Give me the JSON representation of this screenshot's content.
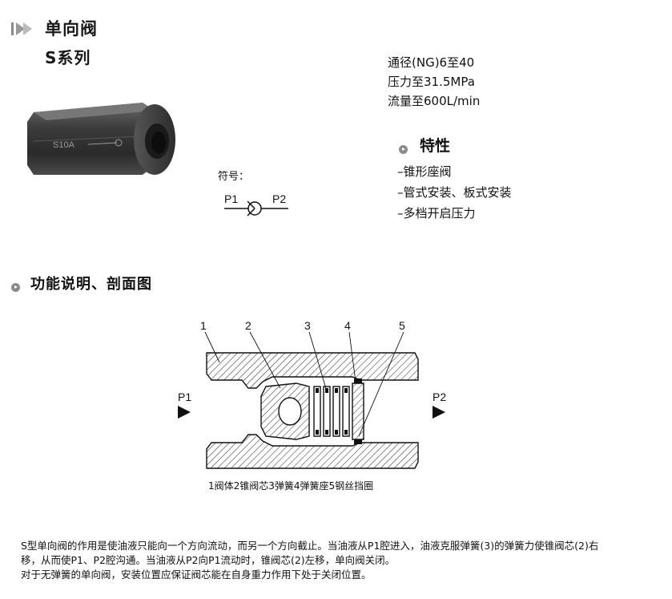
{
  "header": {
    "title": "单向阀",
    "series": "S系列"
  },
  "specs": [
    "通径(NG)6至40",
    "压力至31.5MPa",
    "流量至600L/min"
  ],
  "photo": {
    "body_marking": "S10A"
  },
  "symbol": {
    "label": "符号：",
    "p1": "P1",
    "p2": "P2"
  },
  "features": {
    "title": "特性",
    "items": [
      "–锥形座阀",
      "–管式安装、板式安装",
      "–多档开启压力"
    ]
  },
  "section": {
    "title": "功能说明、剖面图"
  },
  "diagram": {
    "callouts": [
      "1",
      "2",
      "3",
      "4",
      "5"
    ],
    "port_in": "P1",
    "port_out": "P2",
    "caption": "1阀体2锥阀芯3弹簧4弹簧座5钢丝挡圈"
  },
  "description": [
    "S型单向阀的作用是使油液只能向一个方向流动，而另一个方向截止。当油液从P1腔进入，油液克服弹簧(3)的弹簧力使锥阀芯(2)右",
    "移，从而使P1、P2腔沟通。当油液从P2向P1流动时，锥阀芯(2)左移，单向阀关闭。",
    "对于无弹簧的单向阀，安装位置应保证阀芯能在自身重力作用下处于关闭位置。"
  ],
  "colors": {
    "bullet": "#8a8a8a",
    "text": "#111111",
    "body_metal": "#4a4a4a"
  }
}
